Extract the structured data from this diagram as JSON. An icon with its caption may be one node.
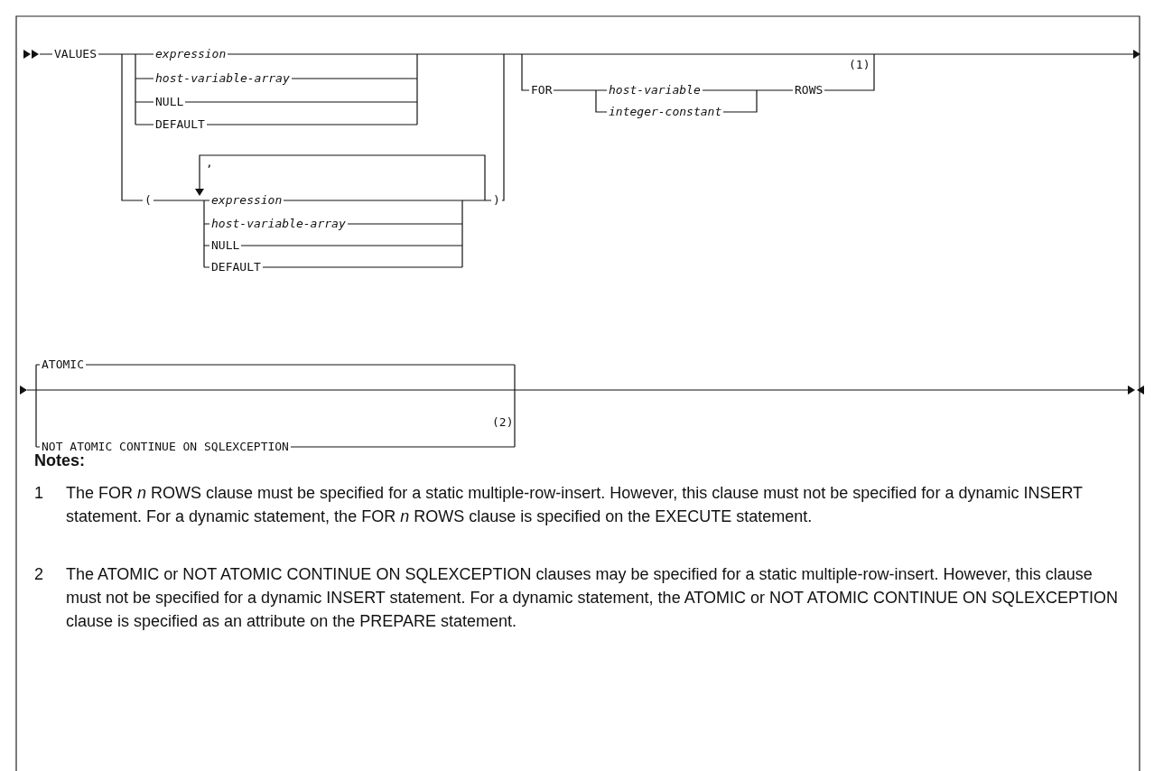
{
  "diagram": {
    "labels": [
      "VALUES",
      "expression",
      "(1)",
      "host-variable-array",
      "FOR",
      "host-variable",
      "ROWS",
      "NULL",
      "integer-constant",
      "DEFAULT",
      ",",
      "(",
      "expression",
      ")",
      "host-variable-array",
      "NULL",
      "DEFAULT",
      "ATOMIC",
      "(2)",
      "NOT ATOMIC CONTINUE ON SQLEXCEPTION",
      "Notes:",
      "1",
      "The FOR *n* ROWS clause must be specified for a static multiple-row-insert. However, this clause must not be specified for a dynamic INSERT statement. For a dynamic statement, the FOR *n* ROWS clause is specified on the EXECUTE statement.",
      "2",
      "The ATOMIC or NOT ATOMIC CONTINUE ON SQLEXCEPTION clauses may be specified for a static multiple-row-insert. However, this clause must not be specified for a dynamic INSERT statement. For a dynamic statement, the ATOMIC or NOT ATOMIC CONTINUE ON SQLEXCEPTION clause is specified as an attribute on the PREPARE statement."
    ]
  }
}
